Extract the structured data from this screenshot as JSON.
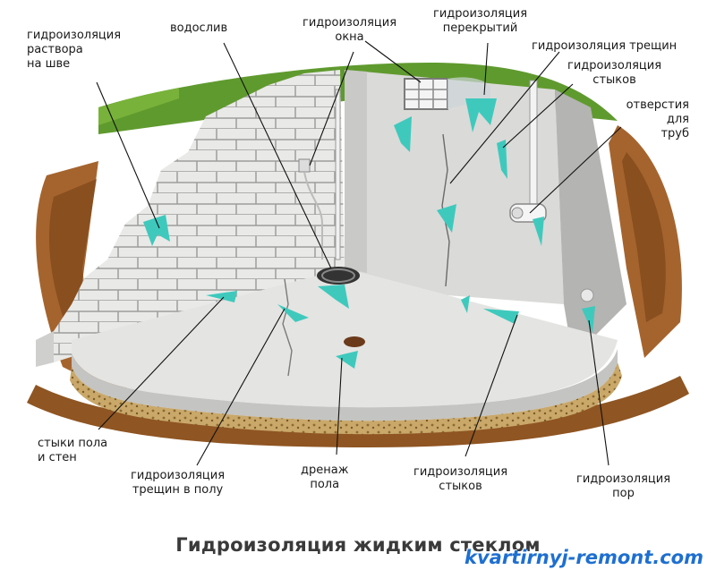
{
  "labels": {
    "mortar_joint": [
      "гидроизоляция",
      "раствора",
      "на шве"
    ],
    "drain": [
      "водослив"
    ],
    "window": [
      "гидроизоляция",
      "окна"
    ],
    "ceiling": [
      "гидроизоляция",
      "перекрытий"
    ],
    "cracks": [
      "гидроизоляция трещин"
    ],
    "joints_top": [
      "гидроизоляция",
      "стыков"
    ],
    "pipe_holes": [
      "отверстия",
      "для",
      "труб"
    ],
    "floor_wall_joints": [
      "стыки пола",
      "и стен"
    ],
    "floor_cracks": [
      "гидроизоляция",
      "трещин в полу"
    ],
    "floor_drain": [
      "дренаж",
      "пола"
    ],
    "joints_bottom": [
      "гидроизоляция",
      "стыков"
    ],
    "pores": [
      "гидроизоляция",
      "пор"
    ]
  },
  "title": "Гидроизоляция жидким стеклом",
  "watermark": "kvartirnyj-remont.com",
  "colors": {
    "sealant": "#3fc9bd",
    "concrete": "#e4e4e2",
    "soil": "#a5642e",
    "grass": "#5f9a2e",
    "watermark": "#1e6fd0"
  }
}
